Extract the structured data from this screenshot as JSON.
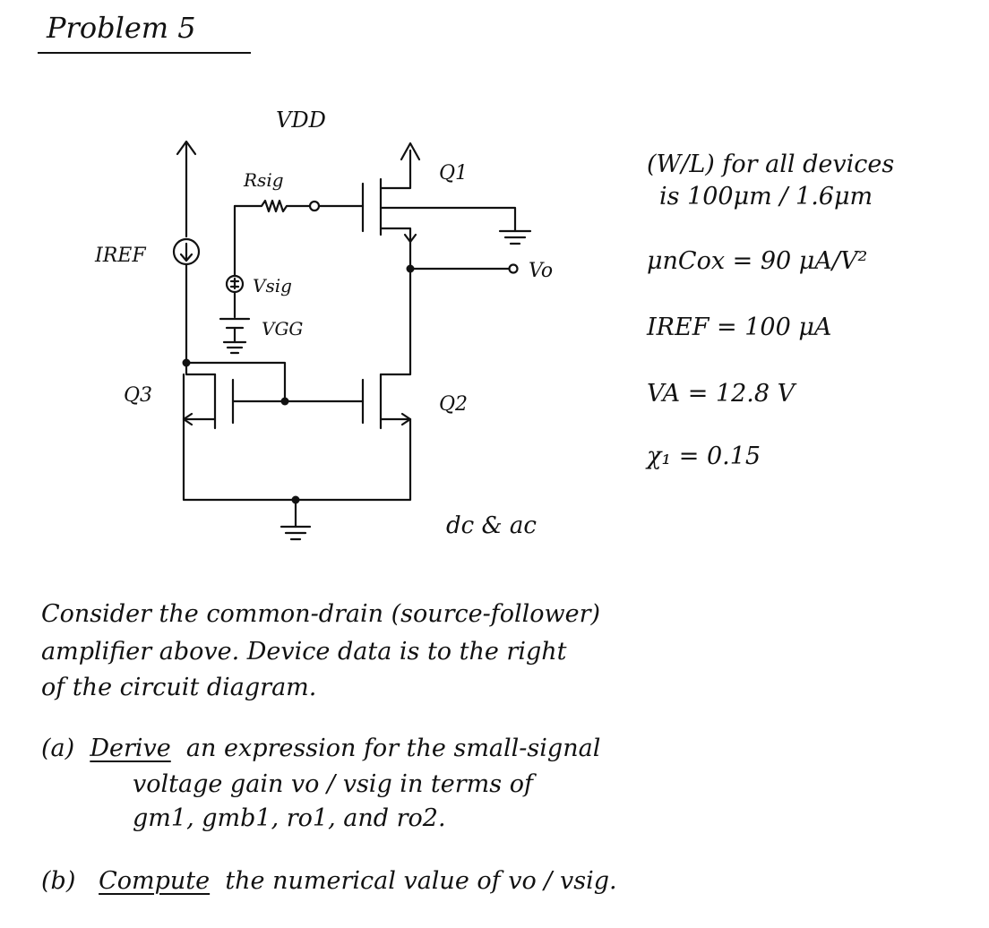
{
  "title": "Problem 5",
  "circuit": {
    "vdd": "VDD",
    "rsig": "Rsig",
    "q1": "Q1",
    "q2": "Q2",
    "q3": "Q3",
    "iref": "IREF",
    "vsig": "Vsig",
    "vgg": "VGG",
    "vo": "Vo",
    "note": "dc & ac"
  },
  "device_data": {
    "wl_line1": "(W/L) for all devices",
    "wl_line2": "is 100μm / 1.6μm",
    "uncox": "μnCox = 90 μA/V²",
    "iref": "IREF = 100 μA",
    "va": "VA = 12.8 V",
    "chi": "χ₁ = 0.15"
  },
  "intro": {
    "line1": "Consider the common-drain (source-follower)",
    "line2": "amplifier above. Device data is to the right",
    "line3": "of the circuit diagram."
  },
  "part_a": {
    "label": "(a)",
    "verb": "Derive",
    "line1_rest": "an expression for the small-signal",
    "line2": "voltage gain vo / vsig in terms of",
    "line3": "gm1, gmb1, ro1, and ro2."
  },
  "part_b": {
    "label": "(b)",
    "verb": "Compute",
    "rest": "the numerical value of vo / vsig."
  }
}
